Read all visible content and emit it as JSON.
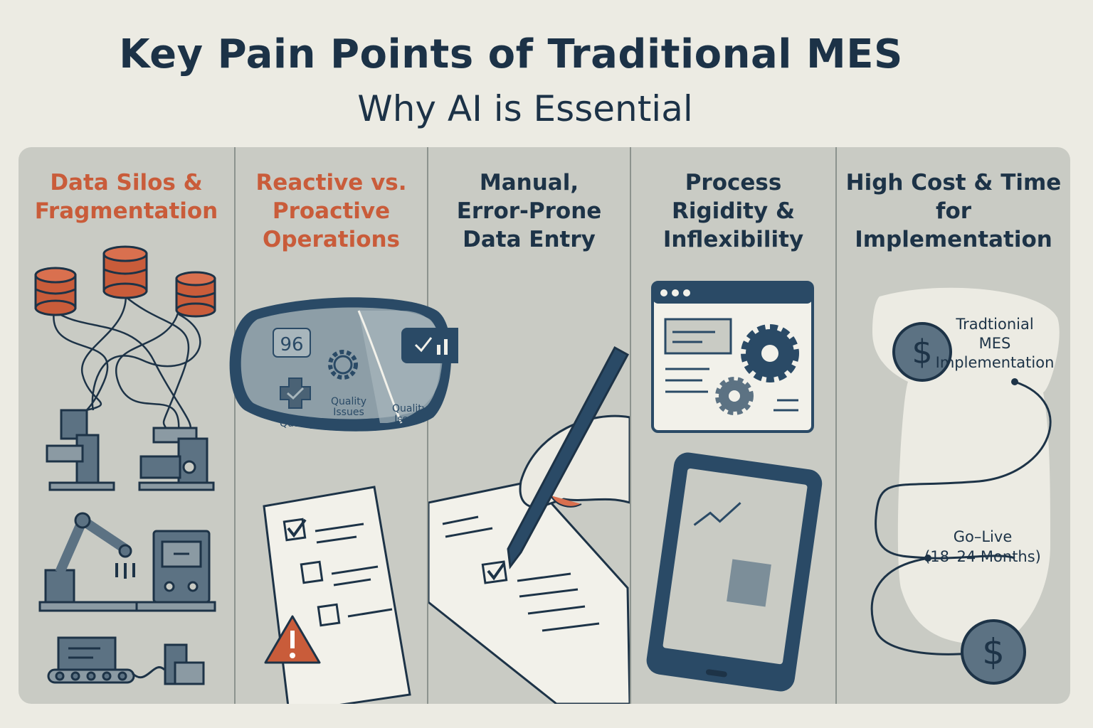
{
  "header": {
    "title": "Key Pain Points of Traditional MES",
    "subtitle": "Why AI is Essential"
  },
  "columns": [
    {
      "heading": "Data Silos & Fragmentation",
      "heading_lines": [
        "Data Silos &",
        "Fragmentation"
      ],
      "accent": "#c95c3a"
    },
    {
      "heading": "Reactive vs. Proactive Operations",
      "heading_lines": [
        "Reactive vs.",
        "Proactive",
        "Operations"
      ],
      "accent": "#c95c3a",
      "mirror": {
        "gauge_value": "96",
        "left_label": "Quality",
        "middle_label_1": "Quality",
        "middle_label_2": "Issues",
        "right_label_1": "Quality",
        "right_label_2": "Issues"
      }
    },
    {
      "heading": "Manual, Error-Prone Data Entry",
      "heading_lines": [
        "Manual,",
        "Error-Prone",
        "Data Entry"
      ],
      "accent": "#1d3347"
    },
    {
      "heading": "Process Rigidity & Inflexibility",
      "heading_lines": [
        "Process",
        "Rigidity &",
        "Inflexibility"
      ],
      "accent": "#1d3347"
    },
    {
      "heading": "High Cost & Time for Implementation",
      "heading_lines": [
        "High Cost & Time",
        "for Implementation"
      ],
      "accent": "#1d3347",
      "timeline": {
        "start_label_lines": [
          "Tradtionial",
          "MES",
          "Implementation"
        ],
        "end_label_lines": [
          "Go–Live",
          "(18–24 Months)"
        ]
      }
    }
  ],
  "colors": {
    "background": "#ecebe3",
    "panel": "#c9cbc4",
    "navy": "#1d3347",
    "orange": "#c95c3a",
    "slate": "#5c7283"
  }
}
